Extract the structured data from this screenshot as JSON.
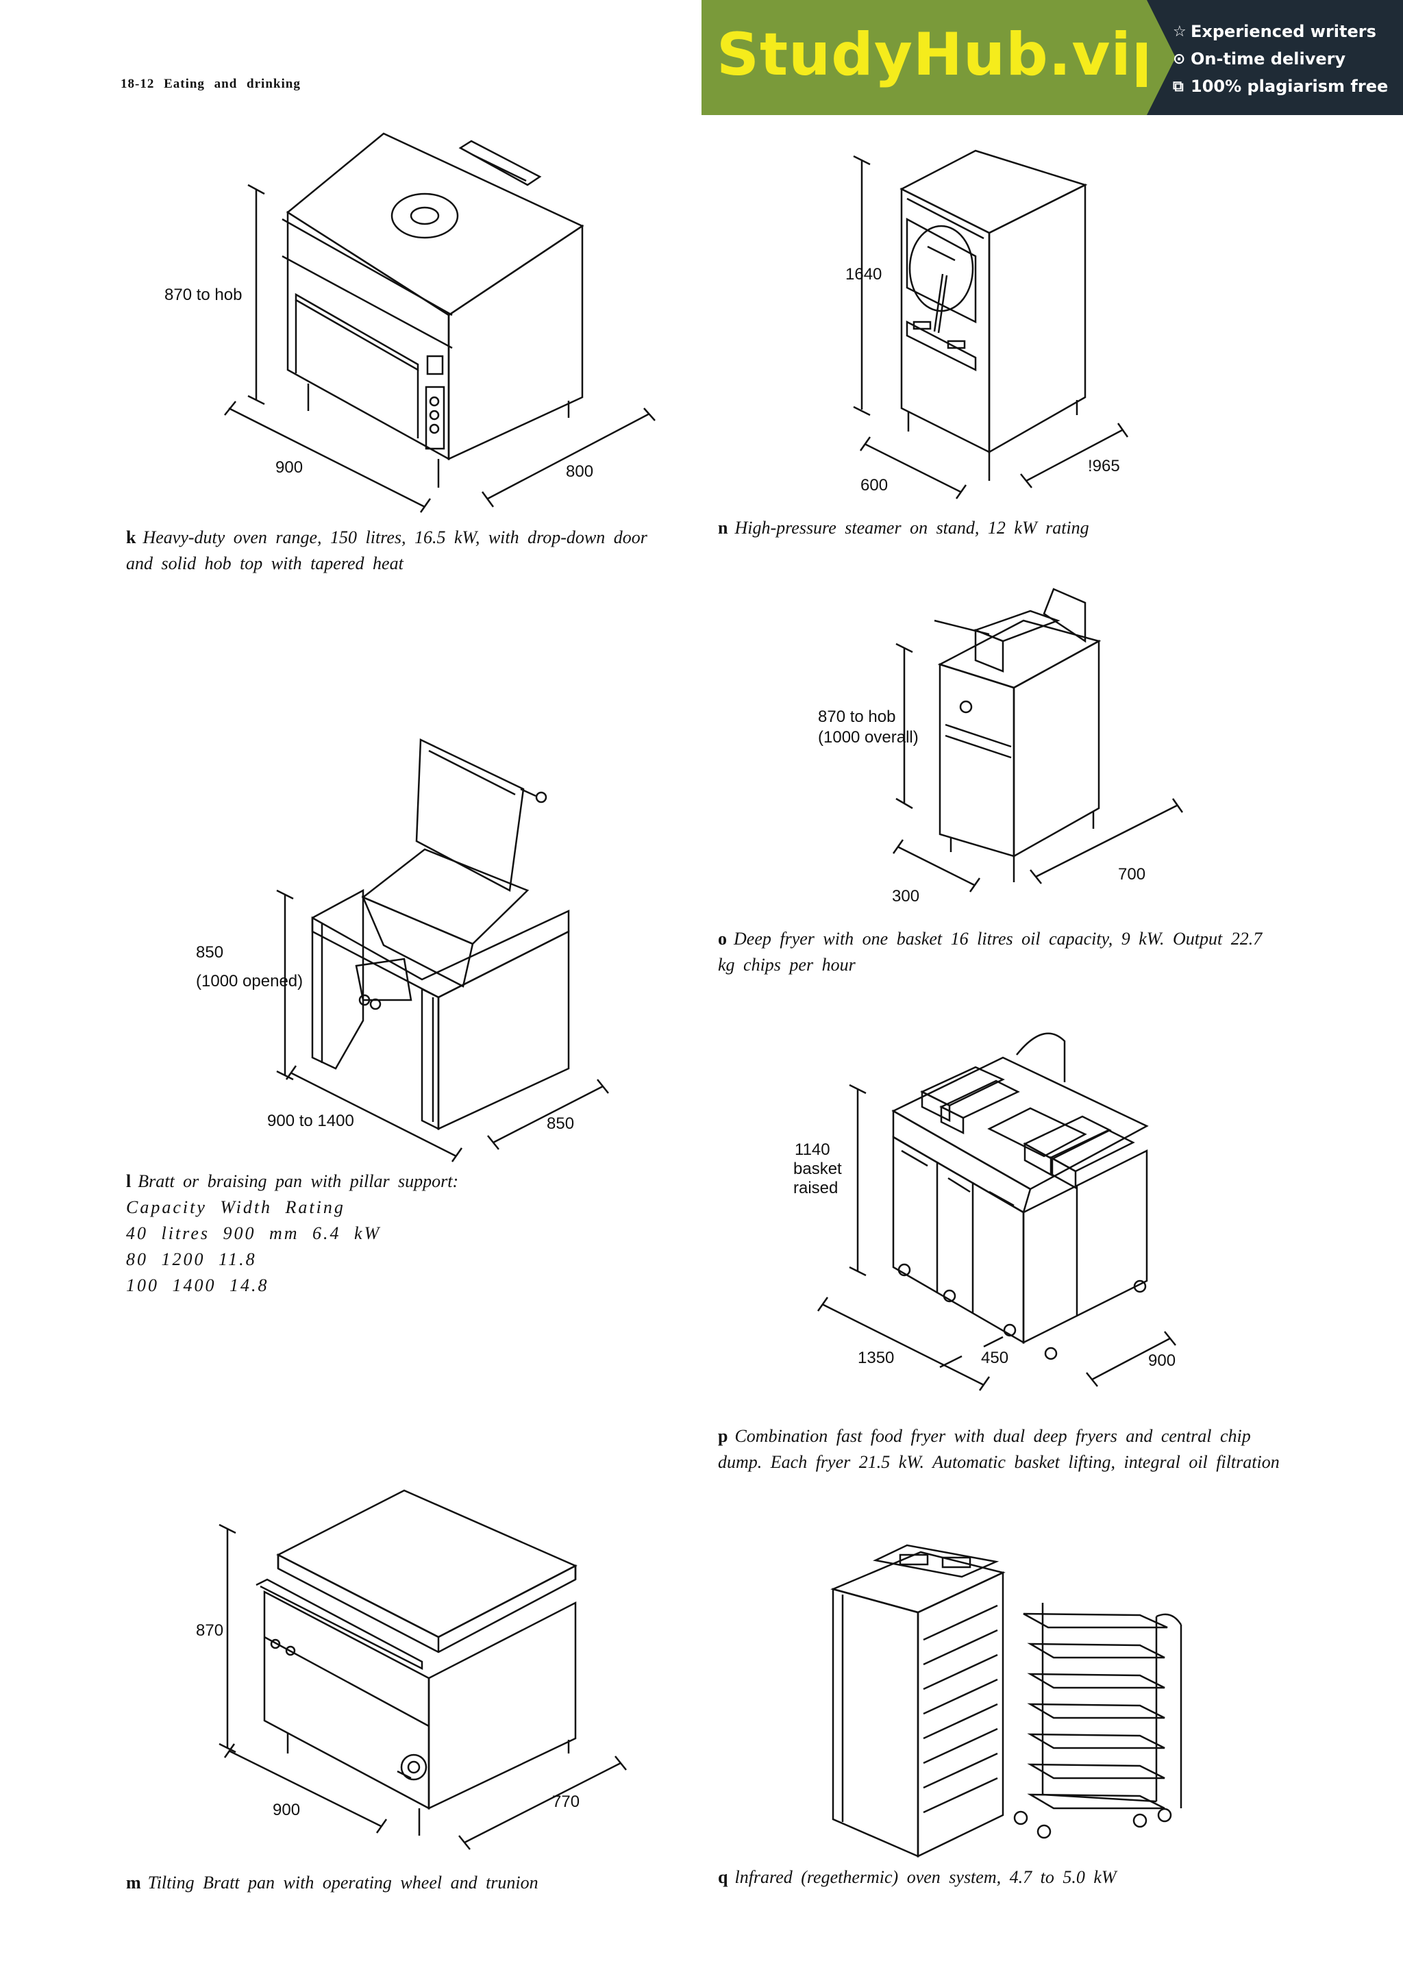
{
  "header": {
    "page_ref": "18-12 Eating and drinking"
  },
  "banner": {
    "brand": "StudyHub.vip",
    "features": [
      {
        "icon": "star-icon",
        "glyph": "☆",
        "text": "Experienced writers"
      },
      {
        "icon": "clock-icon",
        "glyph": "⊙",
        "text": "On-time delivery"
      },
      {
        "icon": "copy-icon",
        "glyph": "⧉",
        "text": "100% plagiarism free"
      }
    ]
  },
  "figures": {
    "k": {
      "dims": {
        "height": "870 to hob",
        "width": "900",
        "depth": "800"
      },
      "caption_letter": "k",
      "caption": "Heavy-duty oven range, 150 litres, 16.5 kW, with drop-down door and solid hob top with tapered heat"
    },
    "n": {
      "dims": {
        "height": "1640",
        "width": "600",
        "depth": "!965"
      },
      "caption_letter": "n",
      "caption": "High-pressure steamer on stand, 12 kW rating"
    },
    "o": {
      "dims": {
        "height_1": "870 to hob",
        "height_2": "(1000 overall)",
        "width": "300",
        "depth": "700"
      },
      "caption_letter": "o",
      "caption": "Deep fryer with one basket 16 litres oil capacity, 9 kW. Output 22.7 kg chips per hour"
    },
    "l": {
      "dims": {
        "height_1": "850",
        "height_2": "(1000 opened)",
        "width": "900 to 1400",
        "depth": "850"
      },
      "caption_letter": "l",
      "caption": "Bratt or braising pan with pillar support:",
      "spec_lines": [
        "Capacity Width Rating",
        "40 litres 900 mm 6.4 kW",
        "80 1200 11.8",
        "100 1400 14.8"
      ]
    },
    "p": {
      "dims": {
        "height_1": "1140",
        "height_2": "basket",
        "height_3": "raised",
        "width": "1350",
        "middle": "450",
        "depth": "900"
      },
      "caption_letter": "p",
      "caption": "Combination fast food fryer with dual deep fryers and central chip dump. Each fryer 21.5 kW. Automatic basket lifting, integral oil filtration"
    },
    "m": {
      "dims": {
        "height": "870",
        "width": "900",
        "depth": "770"
      },
      "caption_letter": "m",
      "caption": "Tilting Bratt pan with operating wheel and trunion"
    },
    "q": {
      "caption_letter": "q",
      "caption": "lnfrared (regethermic) oven system, 4.7 to 5.0 kW"
    }
  }
}
